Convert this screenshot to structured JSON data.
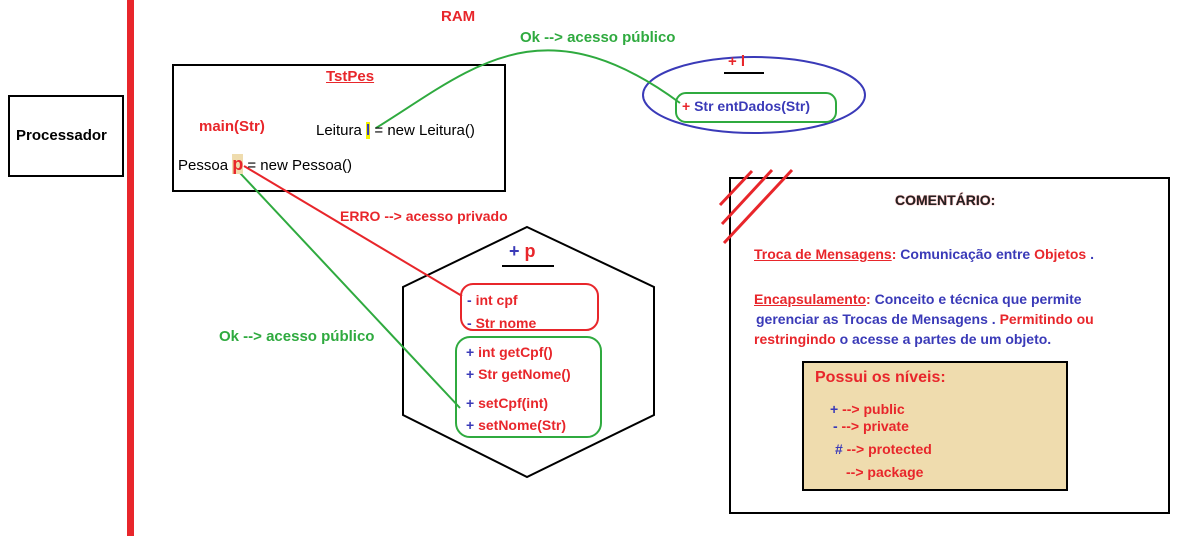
{
  "processor": {
    "label": "Processador"
  },
  "ram": {
    "label": "RAM"
  },
  "tstpes": {
    "title": "TstPes",
    "method": "main(Str)",
    "leitura_prefix": "Leitura ",
    "leitura_var": "l",
    "leitura_suffix": " = new Leitura()",
    "pessoa_prefix": "Pessoa ",
    "pessoa_var": "p",
    "pessoa_suffix": " = new Pessoa()"
  },
  "leitura_object": {
    "title": "+ l",
    "method_sign": "+",
    "method": "Str entDados(Str)"
  },
  "pessoa_object": {
    "title_sign": "+",
    "title_var": "p",
    "private_members": [
      {
        "sign": "-",
        "text": "int cpf"
      },
      {
        "sign": "-",
        "text": "Str nome"
      }
    ],
    "public_members": [
      {
        "sign": "+",
        "text": "int getCpf()"
      },
      {
        "sign": "+",
        "text": "Str getNome()"
      },
      {
        "sign": "+",
        "text": "setCpf(int)"
      },
      {
        "sign": "+",
        "text": "setNome(Str)"
      }
    ]
  },
  "annotations": {
    "ok_top": "Ok --> acesso público",
    "erro": "ERRO --> acesso privado",
    "ok_left": "Ok --> acesso público"
  },
  "comment": {
    "title": "COMENTÁRIO:",
    "troca_term": "Troca de Mensagens",
    "troca_colon": ":",
    "troca_text": " Comunicação entre ",
    "troca_obj": "Objetos",
    "troca_end": ".",
    "encap_term": "Encapsulamento",
    "encap_colon": ":",
    "encap_line1": " Conceito e técnica que permite",
    "encap_line2_blue": "gerenciar as Trocas de Mensagens . ",
    "encap_line2_red": "Permitindo ou",
    "encap_line3_red": "restringindo ",
    "encap_line3_blue": "o acesse a partes  de um objeto.",
    "levels_title": "Possui os níveis:",
    "levels": [
      {
        "sign": "+",
        "text": " --> public"
      },
      {
        "sign": "-",
        "text": " --> private"
      },
      {
        "sign": "#",
        "text": " --> protected"
      },
      {
        "sign": "",
        "text": "--> package"
      }
    ]
  },
  "colors": {
    "red": "#e8262b",
    "blue": "#3a3ab8",
    "green": "#2faa3f",
    "tan": "#efdcae",
    "yellow": "#f5f000"
  }
}
